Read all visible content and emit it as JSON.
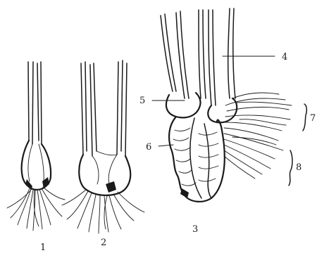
{
  "figure": {
    "labels": {
      "fig1": "1",
      "fig2": "2",
      "fig3": "3",
      "part4": "4",
      "part5": "5",
      "part6": "6",
      "part7": "7",
      "part8": "8"
    }
  }
}
